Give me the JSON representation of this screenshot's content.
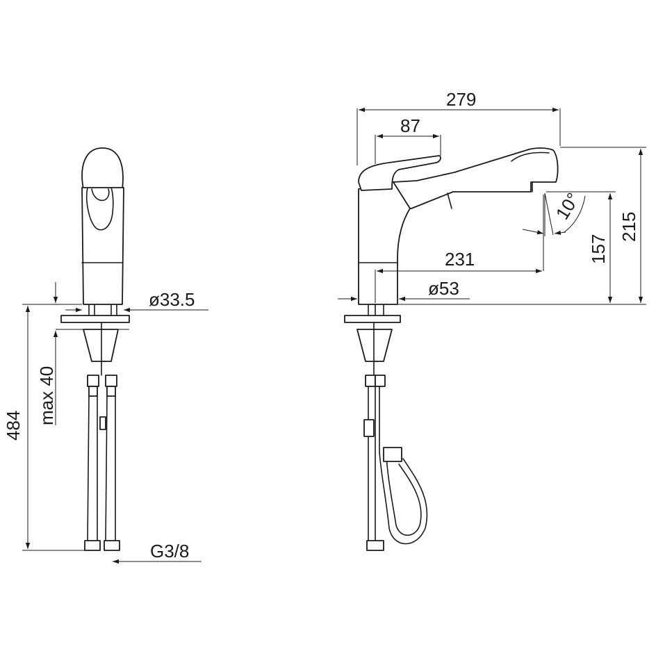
{
  "dimensions": {
    "overall_reach": "279",
    "lever_offset": "87",
    "spout_length": "231",
    "base_diameter_side": "ø53",
    "base_diameter_front": "ø33.5",
    "total_height": "215",
    "outlet_height": "157",
    "tilt_angle": "10°",
    "max_deck_thickness": "max 40",
    "hose_length": "484",
    "connection_thread": "G3/8"
  },
  "colors": {
    "line": "#1a1a1a",
    "background": "#ffffff"
  }
}
